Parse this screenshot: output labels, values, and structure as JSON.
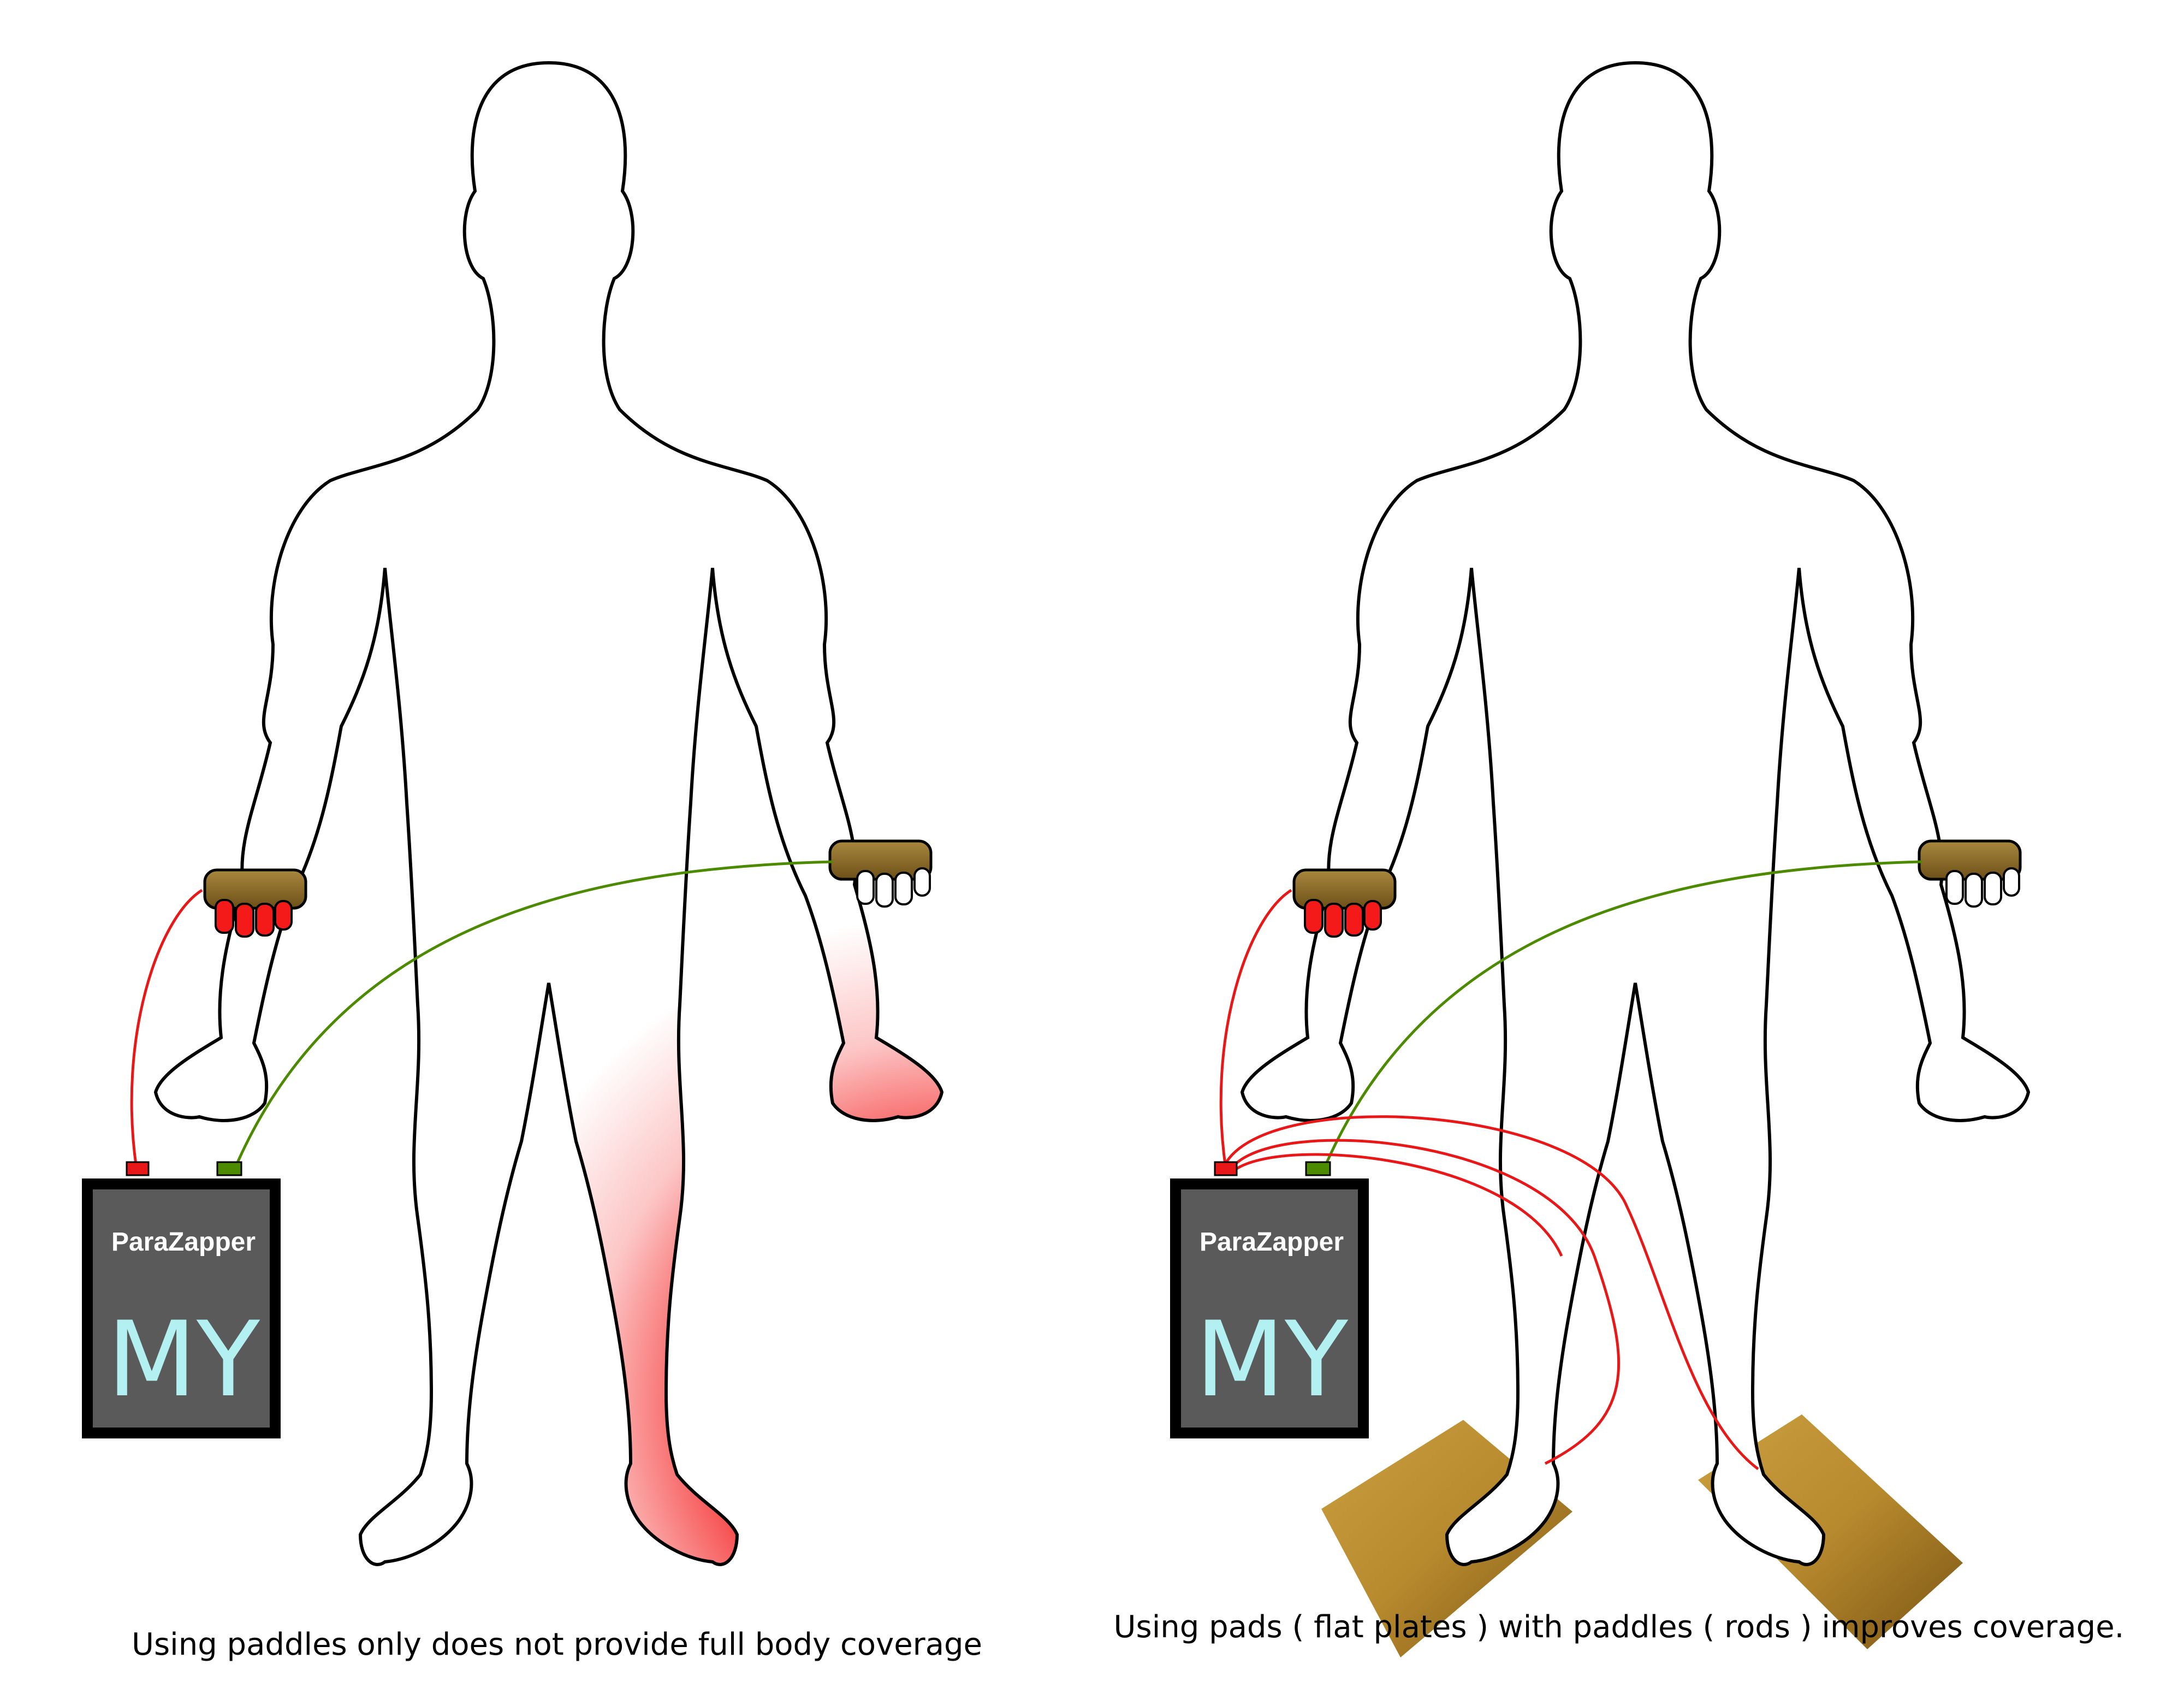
{
  "left_panel": {
    "caption": "Using paddles only does not provide full body coverage",
    "device": {
      "brand": "ParaZapper",
      "model": "MY"
    }
  },
  "right_panel": {
    "caption": "Using pads ( flat plates ) with paddles ( rods ) improves coverage.",
    "device": {
      "brand": "ParaZapper",
      "model": "MY"
    }
  },
  "colors": {
    "coverage_red": "#f41a1a",
    "positive_wire": "#e81818",
    "negative_wire": "#4c8a00",
    "paddle_brown": "#8a6a2a",
    "pad_gold": "#c49a35",
    "device_body": "#5a5a5a",
    "device_frame": "#000000"
  }
}
